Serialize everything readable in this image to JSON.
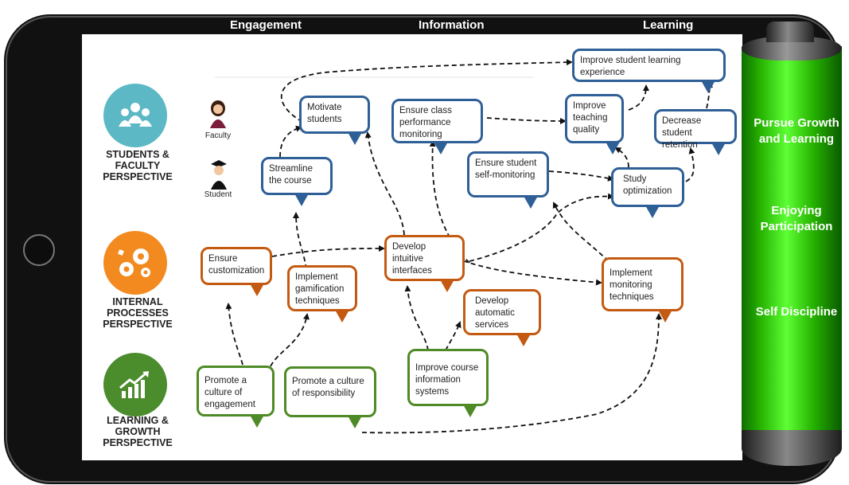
{
  "columns": {
    "engagement": "Engagement",
    "information": "Information",
    "learning": "Learning"
  },
  "perspectives": {
    "students": "STUDENTS & FACULTY PERSPECTIVE",
    "internal": "INTERNAL PROCESSES PERSPECTIVE",
    "learning": "LEARNING & GROWTH PERSPECTIVE"
  },
  "avatars": {
    "faculty": "Faculty",
    "student": "Student"
  },
  "objectives": {
    "improve_learning": "Improve student learning experience",
    "motivate": "Motivate students",
    "class_monitoring": "Ensure class performance monitoring",
    "teaching_quality": "Improve teaching quality",
    "retention": "Decrease student retention",
    "streamline": "Streamline the course",
    "self_monitoring": "Ensure student self-monitoring",
    "study_optimization": "Study optimization",
    "customization": "Ensure customization",
    "gamification": "Implement gamification techniques",
    "intuitive": "Develop intuitive interfaces",
    "automatic": "Develop automatic services",
    "monitoring_tech": "Implement monitoring techniques",
    "engagement_culture": "Promote a culture of engagement",
    "responsibility_culture": "Promote a culture of responsibility",
    "info_systems": "Improve course information systems"
  },
  "battery": {
    "growth": "Pursue Growth and Learning",
    "participation": "Enjoying Participation",
    "discipline": "Self Discipline"
  },
  "colors": {
    "blue": "#2f5f97",
    "orange": "#c45a11",
    "green": "#4e8a25",
    "teal": "#5bb8c4",
    "battery_green": "#3cdc18"
  }
}
